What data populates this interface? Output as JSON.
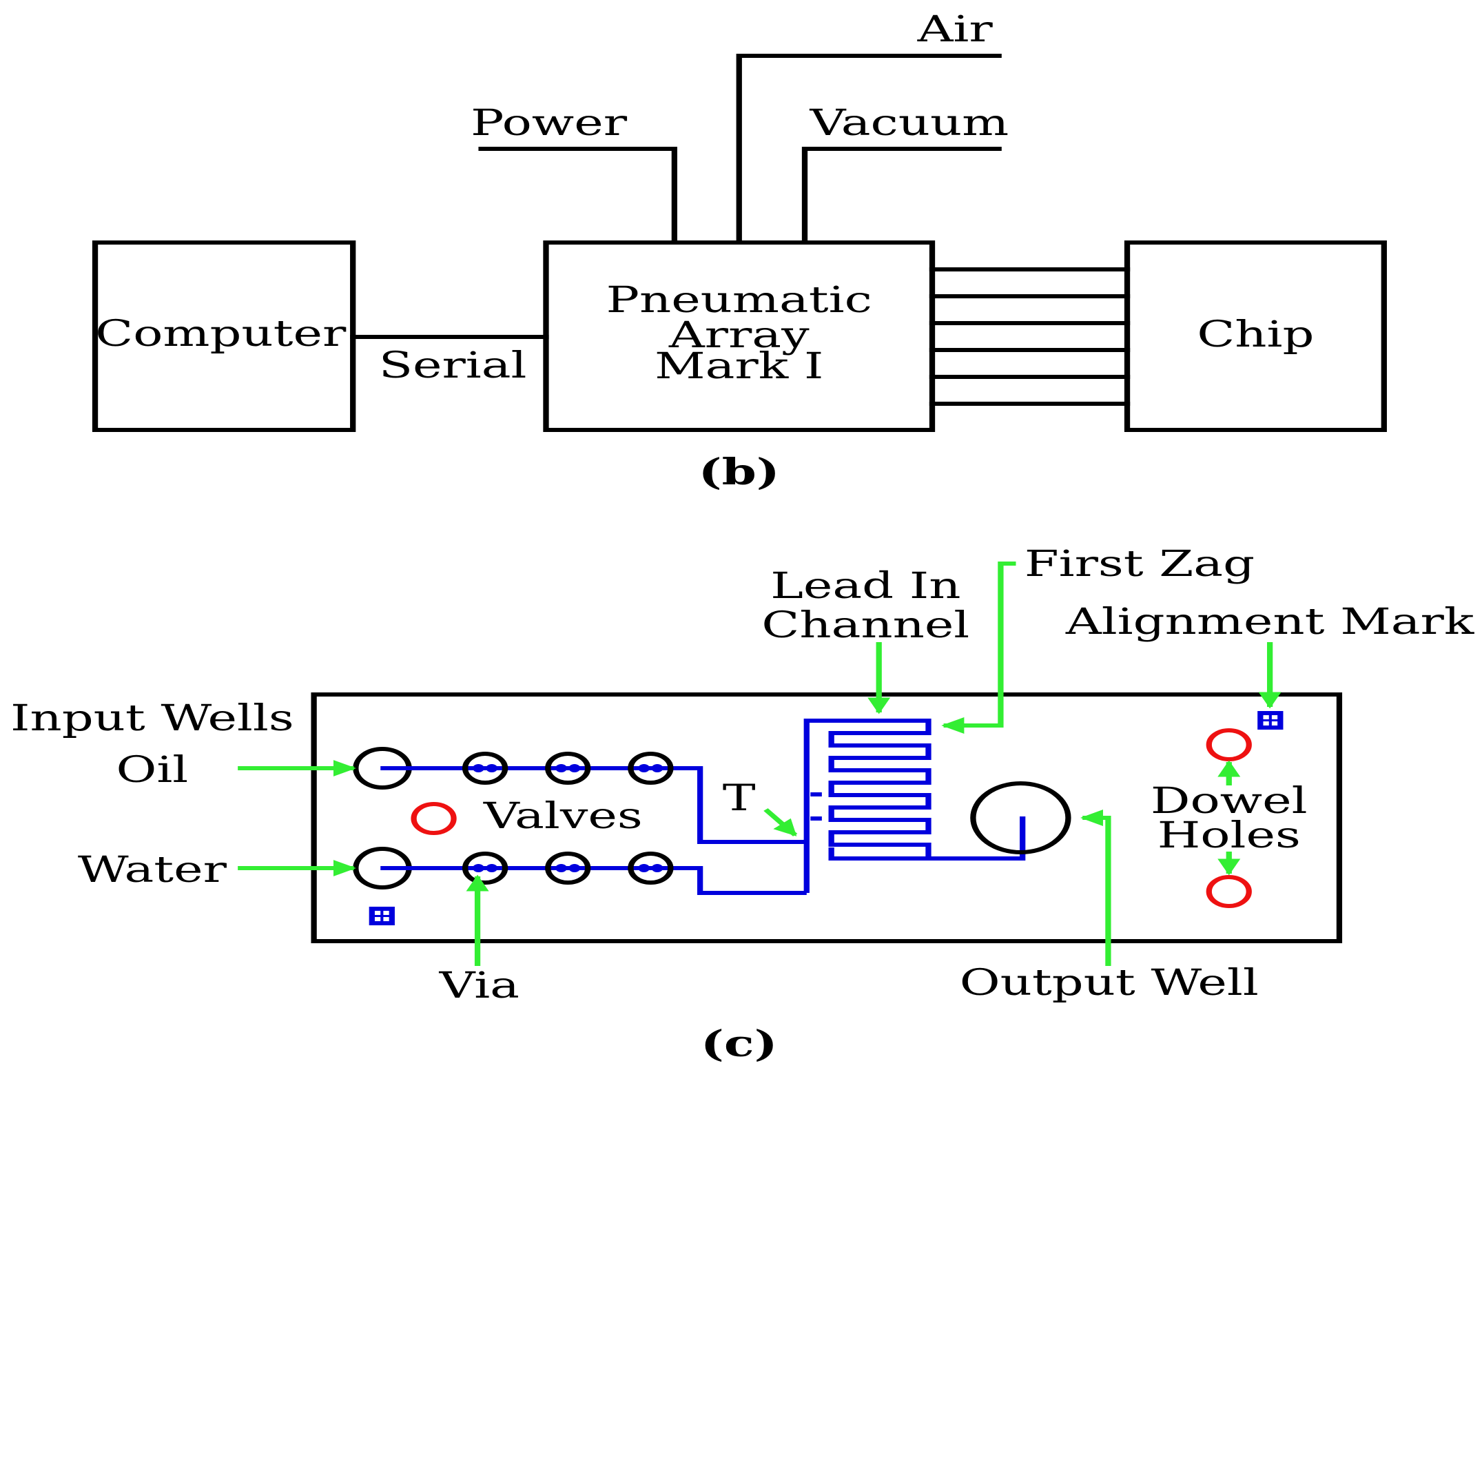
{
  "panel_b": {
    "caption": "(b)",
    "computer": "Computer",
    "serial": "Serial",
    "pneumatic": [
      "Pneumatic",
      "Array",
      "Mark I"
    ],
    "chip": "Chip",
    "power": "Power",
    "air": "Air",
    "vacuum": "Vacuum"
  },
  "panel_c": {
    "caption": "(c)",
    "input_wells": "Input Wells",
    "oil": "Oil",
    "water": "Water",
    "valves": "Valves",
    "via": "Via",
    "t_junction": "T",
    "lead_in": [
      "Lead In",
      "Channel"
    ],
    "first_zag": "First Zag",
    "alignment_mark": "Alignment Mark",
    "dowel_holes": [
      "Dowel",
      "Holes"
    ],
    "output_well": "Output Well"
  },
  "colors": {
    "outline": "#000000",
    "channel": "#0000dd",
    "callout": "#33ee33",
    "dowel_hole": "#ee1111"
  }
}
